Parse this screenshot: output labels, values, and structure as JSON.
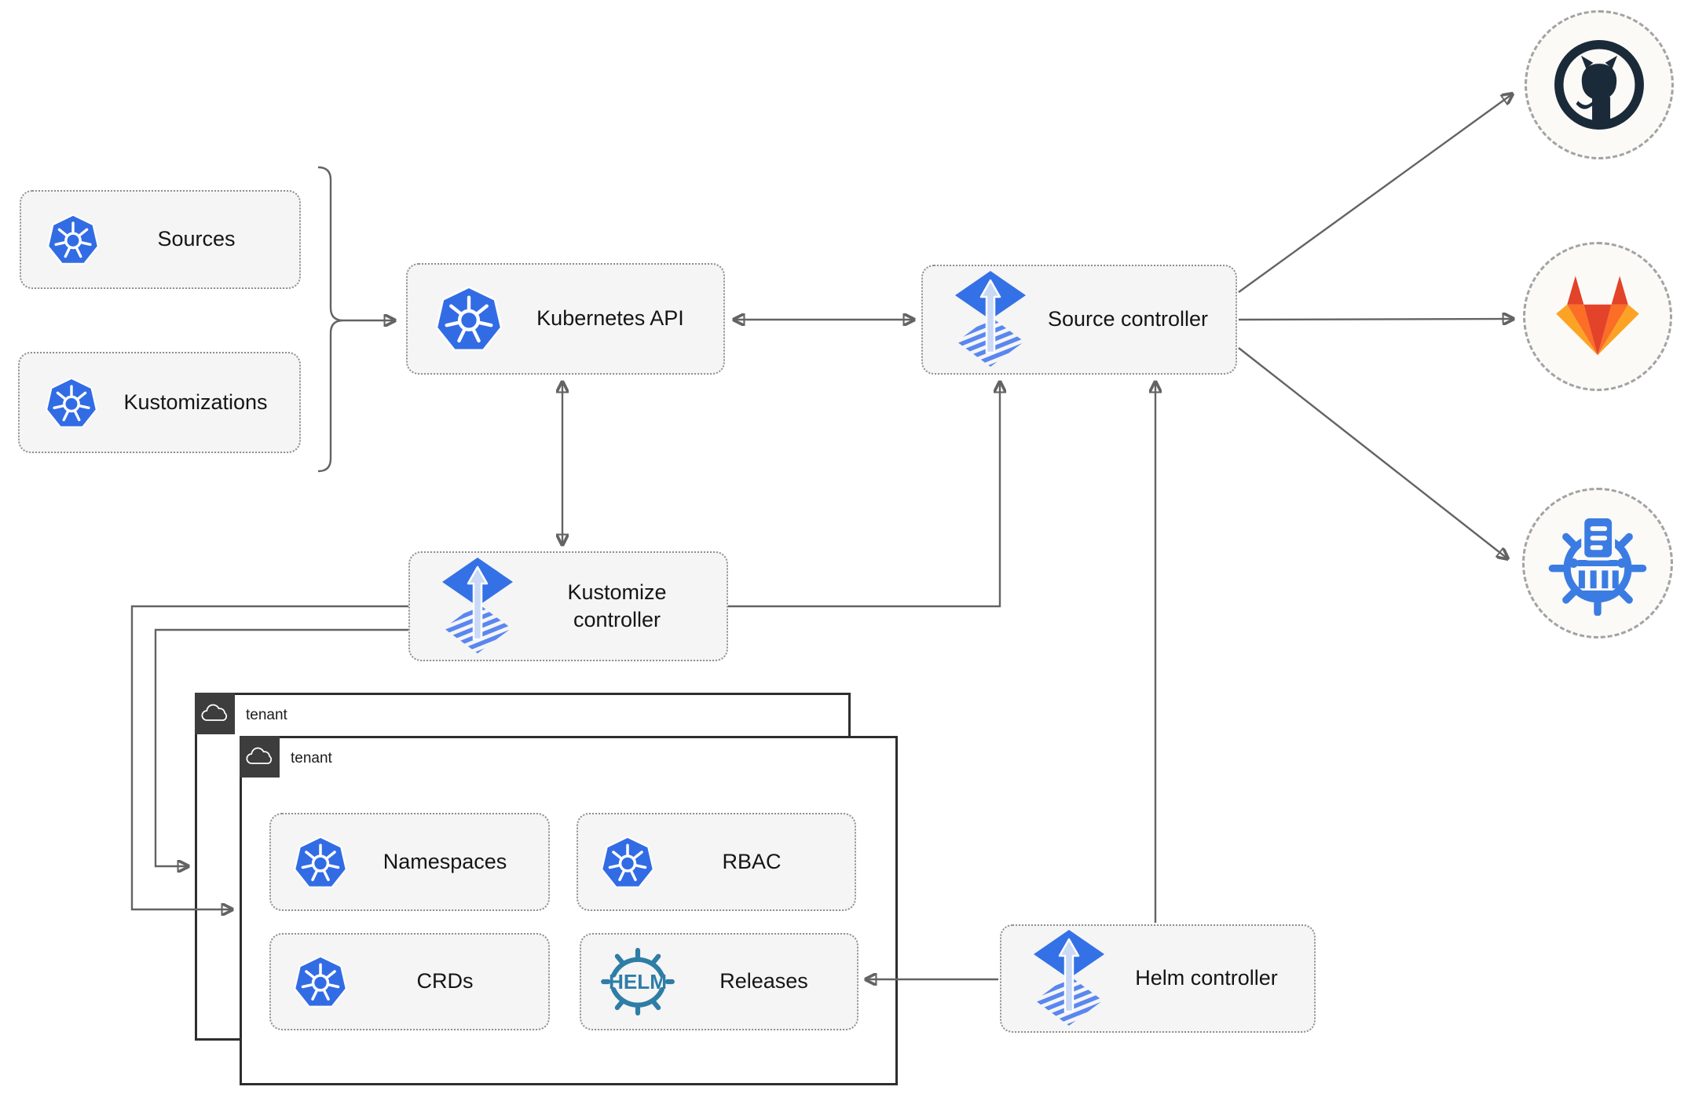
{
  "nodes": {
    "sources": {
      "label": "Sources",
      "icon": "kubernetes"
    },
    "kustomizations": {
      "label": "Kustomizations",
      "icon": "kubernetes"
    },
    "kubernetes_api": {
      "label": "Kubernetes API",
      "icon": "kubernetes"
    },
    "source_controller": {
      "label": "Source controller",
      "icon": "flux"
    },
    "kustomize_controller": {
      "label": "Kustomize controller",
      "icon": "flux"
    },
    "helm_controller": {
      "label": "Helm controller",
      "icon": "flux"
    },
    "namespaces": {
      "label": "Namespaces",
      "icon": "kubernetes"
    },
    "rbac": {
      "label": "RBAC",
      "icon": "kubernetes"
    },
    "crds": {
      "label": "CRDs",
      "icon": "kubernetes"
    },
    "releases": {
      "label": "Releases",
      "icon": "helm"
    }
  },
  "tenant_groups": [
    {
      "label": "tenant",
      "icon": "cloud"
    },
    {
      "label": "tenant",
      "icon": "cloud"
    }
  ],
  "remotes": [
    {
      "name": "github"
    },
    {
      "name": "gitlab"
    },
    {
      "name": "helm-repository"
    }
  ],
  "helm_logo": {
    "text": "HELM"
  },
  "colors": {
    "kubernetes_blue": "#326CE5",
    "flux_blue": "#3571E6",
    "flux_stripe": "#5A87EF",
    "flux_arrow_light": "#C9D9F6",
    "helm_teal": "#2E7DA6",
    "github_dark": "#1B2A38",
    "gitlab_red": "#E24329",
    "gitlab_orange": "#FC6D26",
    "gitlab_yellow": "#FCA326",
    "chartmuseum_blue": "#3B7CE2",
    "line_gray": "#636363",
    "node_fill": "#F5F5F5",
    "node_border": "#8F8F8F",
    "tenant_badge": "#3D3D3D"
  }
}
